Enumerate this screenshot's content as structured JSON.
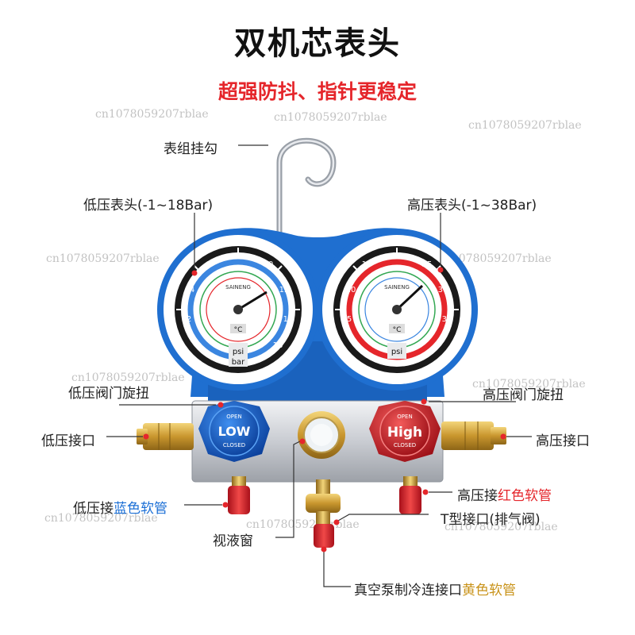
{
  "title": "双机芯表头",
  "subtitle": "超强防抖、指针更稳定",
  "labels": {
    "hook": "表组挂勾",
    "low_gauge": "低压表头(-1~18Bar)",
    "high_gauge": "高压表头(-1~38Bar)",
    "low_knob": "低压阀门旋扭",
    "high_knob": "高压阀门旋扭",
    "low_port": "低压接口",
    "high_port": "高压接口",
    "low_hose_prefix": "低压接",
    "low_hose_color": "蓝色软管",
    "high_hose_prefix": "高压接",
    "high_hose_color": "红色软管",
    "t_port": "T型接口(排气阀)",
    "sight_glass": "视液窗",
    "vacuum_prefix": "真空泵制冷连接口",
    "vacuum_color": "黄色软管"
  },
  "knobs": {
    "low": {
      "open": "OPEN",
      "main": "LOW",
      "closed": "CLOSED"
    },
    "high": {
      "open": "OPEN",
      "main": "High",
      "closed": "CLOSED"
    }
  },
  "gauge_units": {
    "low": [
      "psi",
      "bar"
    ],
    "high": [
      "psi"
    ]
  },
  "watermark": "cn1078059207rblae",
  "colors": {
    "blue": "#1b6fd6",
    "red": "#e5262b",
    "yellow": "#c9931a",
    "body_blue": "#1f6fd0",
    "brass": "#d2a640"
  }
}
